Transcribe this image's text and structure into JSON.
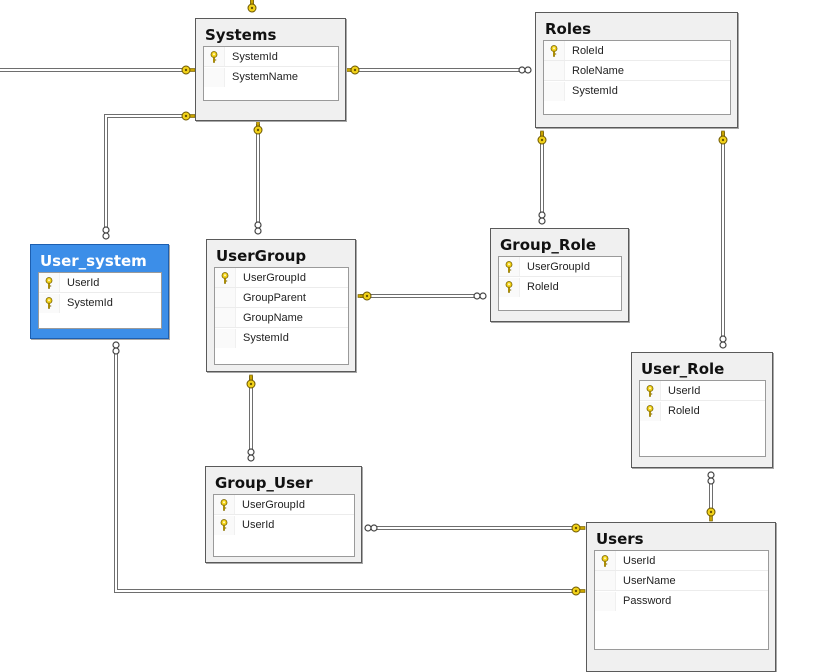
{
  "diagram": {
    "tables": [
      {
        "id": "systems",
        "name": "Systems",
        "columns": [
          {
            "name": "SystemId",
            "pk": true
          },
          {
            "name": "SystemName",
            "pk": false
          }
        ]
      },
      {
        "id": "roles",
        "name": "Roles",
        "columns": [
          {
            "name": "RoleId",
            "pk": true
          },
          {
            "name": "RoleName",
            "pk": false
          },
          {
            "name": "SystemId",
            "pk": false
          }
        ]
      },
      {
        "id": "user_system",
        "name": "User_system",
        "selected": true,
        "columns": [
          {
            "name": "UserId",
            "pk": true
          },
          {
            "name": "SystemId",
            "pk": true
          }
        ]
      },
      {
        "id": "usergroup",
        "name": "UserGroup",
        "columns": [
          {
            "name": "UserGroupId",
            "pk": true
          },
          {
            "name": "GroupParent",
            "pk": false
          },
          {
            "name": "GroupName",
            "pk": false
          },
          {
            "name": "SystemId",
            "pk": false
          }
        ]
      },
      {
        "id": "group_role",
        "name": "Group_Role",
        "columns": [
          {
            "name": "UserGroupId",
            "pk": true
          },
          {
            "name": "RoleId",
            "pk": true
          }
        ]
      },
      {
        "id": "user_role",
        "name": "User_Role",
        "columns": [
          {
            "name": "UserId",
            "pk": true
          },
          {
            "name": "RoleId",
            "pk": true
          }
        ]
      },
      {
        "id": "group_user",
        "name": "Group_User",
        "columns": [
          {
            "name": "UserGroupId",
            "pk": true
          },
          {
            "name": "UserId",
            "pk": true
          }
        ]
      },
      {
        "id": "users",
        "name": "Users",
        "columns": [
          {
            "name": "UserId",
            "pk": true
          },
          {
            "name": "UserName",
            "pk": false
          },
          {
            "name": "Password",
            "pk": false
          }
        ]
      }
    ],
    "relationships": [
      {
        "from": "systems",
        "to": "roles",
        "one_end": "systems",
        "many_end": "roles"
      },
      {
        "from": "systems",
        "to": "user_system",
        "one_end": "systems",
        "many_end": "user_system"
      },
      {
        "from": "systems",
        "to": "usergroup",
        "one_end": "systems",
        "many_end": "usergroup"
      },
      {
        "from": "usergroup",
        "to": "group_role",
        "one_end": "usergroup",
        "many_end": "group_role"
      },
      {
        "from": "roles",
        "to": "group_role",
        "one_end": "roles",
        "many_end": "group_role"
      },
      {
        "from": "roles",
        "to": "user_role",
        "one_end": "roles",
        "many_end": "user_role"
      },
      {
        "from": "usergroup",
        "to": "group_user",
        "one_end": "usergroup",
        "many_end": "group_user"
      },
      {
        "from": "users",
        "to": "group_user",
        "one_end": "users",
        "many_end": "group_user"
      },
      {
        "from": "users",
        "to": "user_role",
        "one_end": "users",
        "many_end": "user_role"
      },
      {
        "from": "users",
        "to": "user_system",
        "one_end": "users",
        "many_end": "user_system"
      }
    ],
    "colors": {
      "selected_table": "#3c8ee8",
      "key_icon": "#f2d21a",
      "line": "#6e6e6e"
    },
    "icons": {
      "primary_key": "key-icon",
      "one_end": "key-connector-icon",
      "many_end": "infinity-icon"
    }
  }
}
